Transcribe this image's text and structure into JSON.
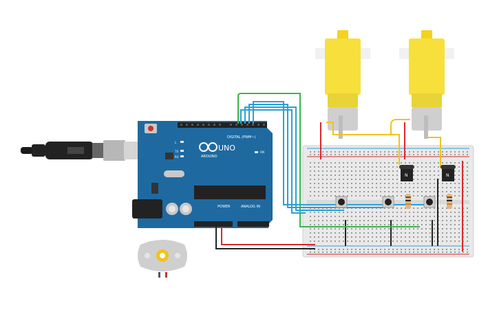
{
  "canvas": {
    "background": "#ffffff"
  },
  "arduino": {
    "model_label": "UNO",
    "brand_label": "ARDUINO",
    "digital_label": "DIGITAL (PWM~)",
    "power_label": "POWER",
    "analog_label": "ANALOG IN",
    "tx_label": "TX",
    "rx_label": "RX",
    "l_label": "L",
    "on_label": "ON",
    "board_color": "#1e6aa0"
  },
  "transistor_1": {
    "label": "N"
  },
  "transistor_2": {
    "label": "N"
  },
  "colors": {
    "green_wire": "#39b54a",
    "blue_wire": "#2aa0d8",
    "red_wire": "#d9272e",
    "black_wire": "#222222",
    "yellow_wire": "#f2c318",
    "motor_yellow": "#f7e03c",
    "breadboard": "#e9e9e9"
  },
  "icons": [
    "usb-cable-icon",
    "dc-motor-icon",
    "gear-icon",
    "arduino-logo-icon"
  ]
}
